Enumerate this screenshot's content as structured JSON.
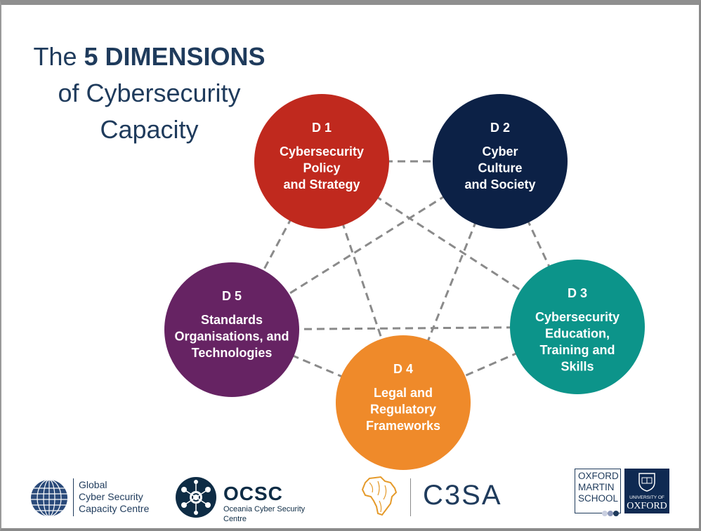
{
  "title": {
    "prefix": "The",
    "highlight": "5 DIMENSIONS",
    "line2": "of Cybersecurity",
    "line3": "Capacity"
  },
  "dimensions": [
    {
      "code": "D 1",
      "lines": [
        "Cybersecurity",
        "Policy",
        "and Strategy"
      ],
      "color": "#c0291e"
    },
    {
      "code": "D 2",
      "lines": [
        "Cyber",
        "Culture",
        "and Society"
      ],
      "color": "#0c2146"
    },
    {
      "code": "D 3",
      "lines": [
        "Cybersecurity",
        "Education,",
        "Training and",
        "Skills"
      ],
      "color": "#0c948a"
    },
    {
      "code": "D 4",
      "lines": [
        "Legal and",
        "Regulatory",
        "Frameworks"
      ],
      "color": "#ef8a2a"
    },
    {
      "code": "D 5",
      "lines": [
        "Standards",
        "Organisations,  and",
        "Technologies"
      ],
      "color": "#662363"
    }
  ],
  "connector_color": "#8a8a8a",
  "logos": {
    "gcscc": {
      "lines": [
        "Global",
        "Cyber Security",
        "Capacity Centre"
      ]
    },
    "ocsc": {
      "name": "OCSC",
      "subtitle": "Oceania Cyber Security Centre"
    },
    "c3sa": {
      "name": "C3SA"
    },
    "oxford_martin": {
      "lines": [
        "OXFORD",
        "MARTIN",
        "SCHOOL"
      ]
    },
    "oxford": {
      "small": "UNIVERSITY OF",
      "big": "OXFORD"
    }
  }
}
